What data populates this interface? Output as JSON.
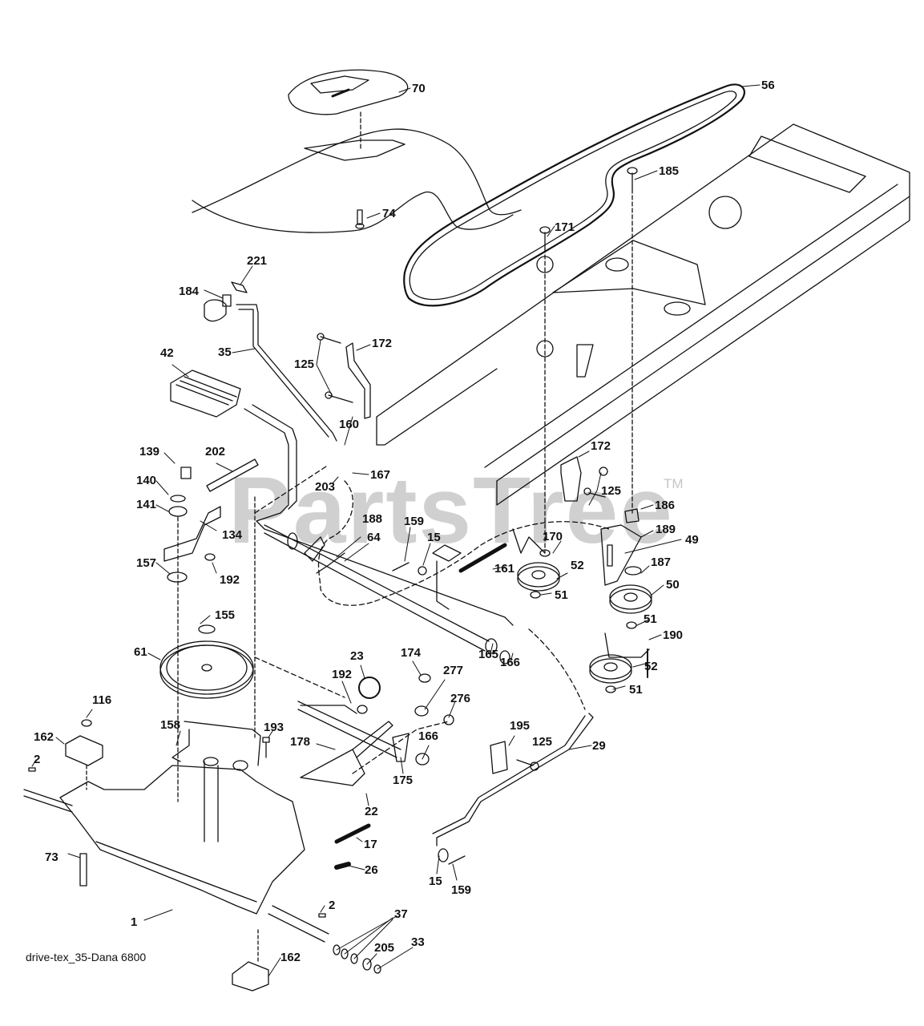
{
  "diagram": {
    "title": "drive-tex_35-Dana 6800",
    "watermark": "PartsTree",
    "watermark_tm": "TM",
    "callouts": [
      {
        "id": "70",
        "part": "hood-cover"
      },
      {
        "id": "56",
        "part": "drive-belt"
      },
      {
        "id": "185",
        "part": "carriage-bolt"
      },
      {
        "id": "74",
        "part": "screw"
      },
      {
        "id": "171",
        "part": "carriage-bolt"
      },
      {
        "id": "221",
        "part": "clip"
      },
      {
        "id": "184",
        "part": "knob"
      },
      {
        "id": "35",
        "part": "rod"
      },
      {
        "id": "172",
        "part": "bracket"
      },
      {
        "id": "125",
        "part": "screw"
      },
      {
        "id": "42",
        "part": "pedal-pad"
      },
      {
        "id": "160",
        "part": "clip"
      },
      {
        "id": "139",
        "part": "bolt"
      },
      {
        "id": "202",
        "part": "link"
      },
      {
        "id": "167",
        "part": "pin"
      },
      {
        "id": "203",
        "part": "washer"
      },
      {
        "id": "140",
        "part": "lock-washer"
      },
      {
        "id": "141",
        "part": "washer"
      },
      {
        "id": "134",
        "part": "bracket"
      },
      {
        "id": "186",
        "part": "bushing"
      },
      {
        "id": "189",
        "part": "idler-arm"
      },
      {
        "id": "49",
        "part": "bolt"
      },
      {
        "id": "188",
        "part": "lever"
      },
      {
        "id": "64",
        "part": "pedal-shaft"
      },
      {
        "id": "159",
        "part": "bolt"
      },
      {
        "id": "15",
        "part": "washer"
      },
      {
        "id": "170",
        "part": "bracket"
      },
      {
        "id": "157",
        "part": "washer"
      },
      {
        "id": "192",
        "part": "nut"
      },
      {
        "id": "161",
        "part": "spring"
      },
      {
        "id": "52",
        "part": "idler-pulley"
      },
      {
        "id": "187",
        "part": "washer"
      },
      {
        "id": "51",
        "part": "nut"
      },
      {
        "id": "50",
        "part": "idler-pulley"
      },
      {
        "id": "155",
        "part": "retaining-ring"
      },
      {
        "id": "165",
        "part": "bushing"
      },
      {
        "id": "166",
        "part": "washer"
      },
      {
        "id": "190",
        "part": "belt-guide"
      },
      {
        "id": "61",
        "part": "transmission-pulley"
      },
      {
        "id": "23",
        "part": "o-ring"
      },
      {
        "id": "174",
        "part": "washer"
      },
      {
        "id": "277",
        "part": "washer"
      },
      {
        "id": "276",
        "part": "bolt"
      },
      {
        "id": "116",
        "part": "nut"
      },
      {
        "id": "193",
        "part": "bolt"
      },
      {
        "id": "162",
        "part": "bracket"
      },
      {
        "id": "158",
        "part": "belt-keeper"
      },
      {
        "id": "178",
        "part": "spring"
      },
      {
        "id": "195",
        "part": "bracket"
      },
      {
        "id": "2",
        "part": "key"
      },
      {
        "id": "175",
        "part": "bracket"
      },
      {
        "id": "29",
        "part": "control-rod"
      },
      {
        "id": "22",
        "part": "lever"
      },
      {
        "id": "73",
        "part": "bolt"
      },
      {
        "id": "17",
        "part": "spring"
      },
      {
        "id": "26",
        "part": "spring"
      },
      {
        "id": "1",
        "part": "transaxle"
      },
      {
        "id": "37",
        "part": "washer"
      },
      {
        "id": "205",
        "part": "washer"
      },
      {
        "id": "33",
        "part": "nut"
      }
    ]
  }
}
